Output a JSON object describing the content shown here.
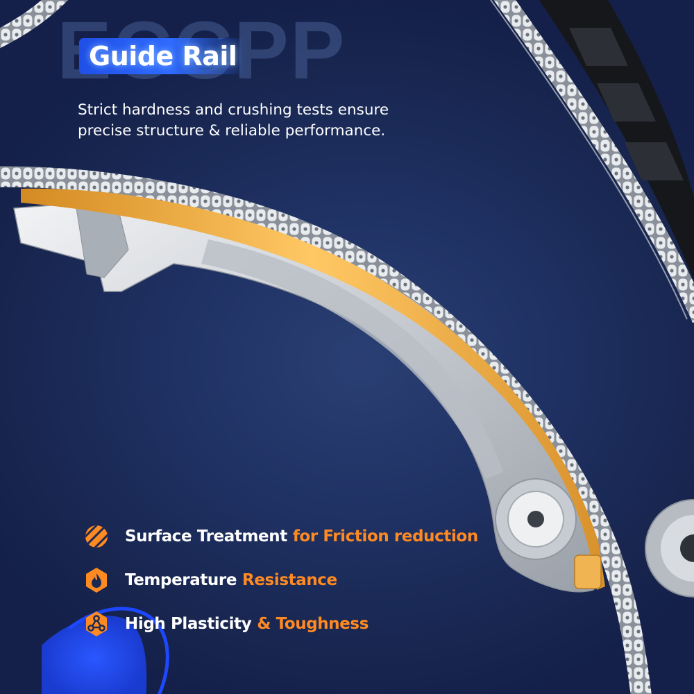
{
  "brand_watermark": "ECCPP",
  "title": "Guide Rail",
  "subtitle_line1": "Strict hardness and crushing tests ensure",
  "subtitle_line2": "precise structure & reliable performance.",
  "features": [
    {
      "icon": "striped-circle-icon",
      "lead": "Surface Treatment",
      "accent": "for Friction reduction"
    },
    {
      "icon": "flame-shield-icon",
      "lead": "Temperature",
      "accent": "Resistance"
    },
    {
      "icon": "molecule-icon",
      "lead": "High Plasticity",
      "accent": "& Toughness"
    }
  ],
  "colors": {
    "background": "#1b2a52",
    "accent_orange": "#ff8a22",
    "title_blue": "#2f6bff",
    "rail_silver": "#cfd3d8",
    "rail_strip": "#f2b64a"
  }
}
